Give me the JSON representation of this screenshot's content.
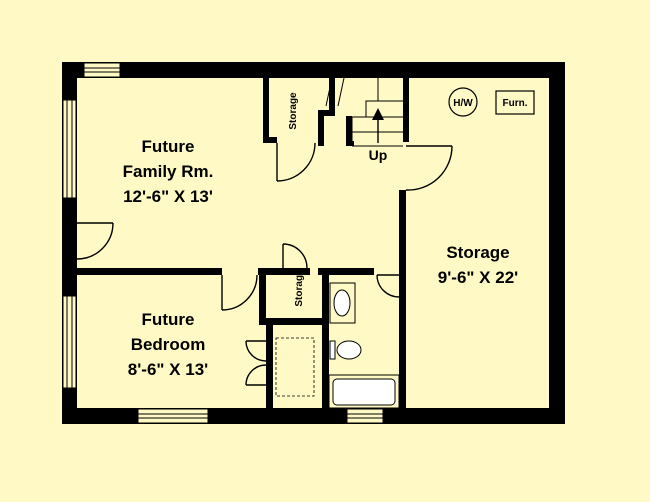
{
  "colors": {
    "background": "#fff9c5",
    "wall": "#000000",
    "fixture": "#ffffff"
  },
  "rooms": {
    "family": {
      "line1": "Future",
      "line2": "Family Rm.",
      "dims": "12'-6\" X 13'"
    },
    "bedroom": {
      "line1": "Future",
      "line2": "Bedroom",
      "dims": "8'-6\" X 13'"
    },
    "storage_main": {
      "name": "Storage",
      "dims": "9'-6\" X 22'"
    },
    "storage_closet_top": {
      "name": "Storage"
    },
    "storage_closet_mid": {
      "name": "Storage"
    }
  },
  "stairs": {
    "label": "Up"
  },
  "equipment": {
    "water_heater": "H/W",
    "furnace": "Furn."
  }
}
